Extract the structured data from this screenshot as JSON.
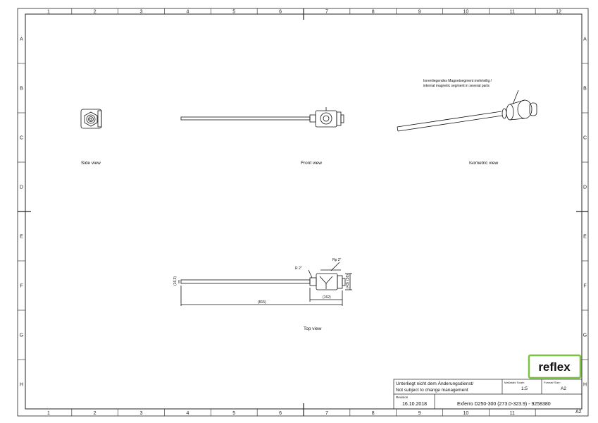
{
  "grid": {
    "columns": [
      "1",
      "2",
      "3",
      "4",
      "5",
      "6",
      "7",
      "8",
      "9",
      "10",
      "11",
      "12"
    ],
    "rows": [
      "A",
      "B",
      "C",
      "D",
      "E",
      "F",
      "G",
      "H"
    ],
    "corner_format": "A2"
  },
  "views": {
    "side": "Side view",
    "front": "Front view",
    "isometric": "Isometric view",
    "top": "Top view"
  },
  "note": {
    "line1": "Innenliegendes Magnetsegment mehrteilig /",
    "line2": "internal magnetic segment in several parts"
  },
  "dimensions": {
    "r2": "R 2\"",
    "rp2": "Rp 2\"",
    "d163": "(16,3)",
    "d815": "(815)",
    "d162": "(162)",
    "d38": "(38)",
    "d43": "(43)"
  },
  "title_block": {
    "change_mgmt_de": "Unterliegt nicht dem Änderungsdienst/",
    "change_mgmt_en": "Not subject to change management",
    "scale_label": "Maßstab/ Scale:",
    "scale_value": "1:5",
    "format_label": "Format/ Size:",
    "format_value": "A2",
    "revision_label": "Revision",
    "revision_date": "16.10.2018",
    "title": "Exferro D250-300 (273.0-323.9) - 9258380"
  },
  "logo": {
    "text": "reflex",
    "color": "#7cc242"
  }
}
